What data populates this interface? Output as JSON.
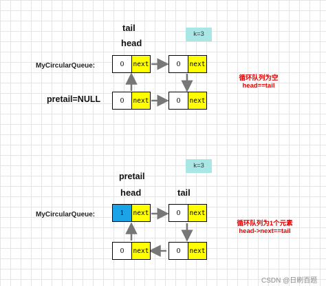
{
  "top": {
    "labels": {
      "tail": "tail",
      "head": "head",
      "k": "k=3",
      "queue": "MyCircularQueue:",
      "pretail": "pretail=NULL"
    },
    "nodes": [
      {
        "val": "0",
        "next": "next"
      },
      {
        "val": "0",
        "next": "next"
      },
      {
        "val": "0",
        "next": "next"
      },
      {
        "val": "0",
        "next": "next"
      }
    ],
    "note": {
      "line1": "循环队列为空",
      "line2": "head==tail"
    }
  },
  "bottom": {
    "labels": {
      "pretail": "pretail",
      "head": "head",
      "tail": "tail",
      "k": "k=3",
      "queue": "MyCircularQueue:"
    },
    "nodes": [
      {
        "val": "1",
        "next": "next",
        "highlight": "#1aa3e6"
      },
      {
        "val": "0",
        "next": "next"
      },
      {
        "val": "0",
        "next": "next"
      },
      {
        "val": "0",
        "next": "next"
      }
    ],
    "note": {
      "line1": "循环队列为1个元素",
      "line2": "head->next==tail"
    }
  },
  "colors": {
    "next_field": "#ffff00",
    "arrow": "#777777",
    "note": "#e60000",
    "k_box": "#a9e6e6"
  },
  "watermark": "CSDN @日刷百题"
}
